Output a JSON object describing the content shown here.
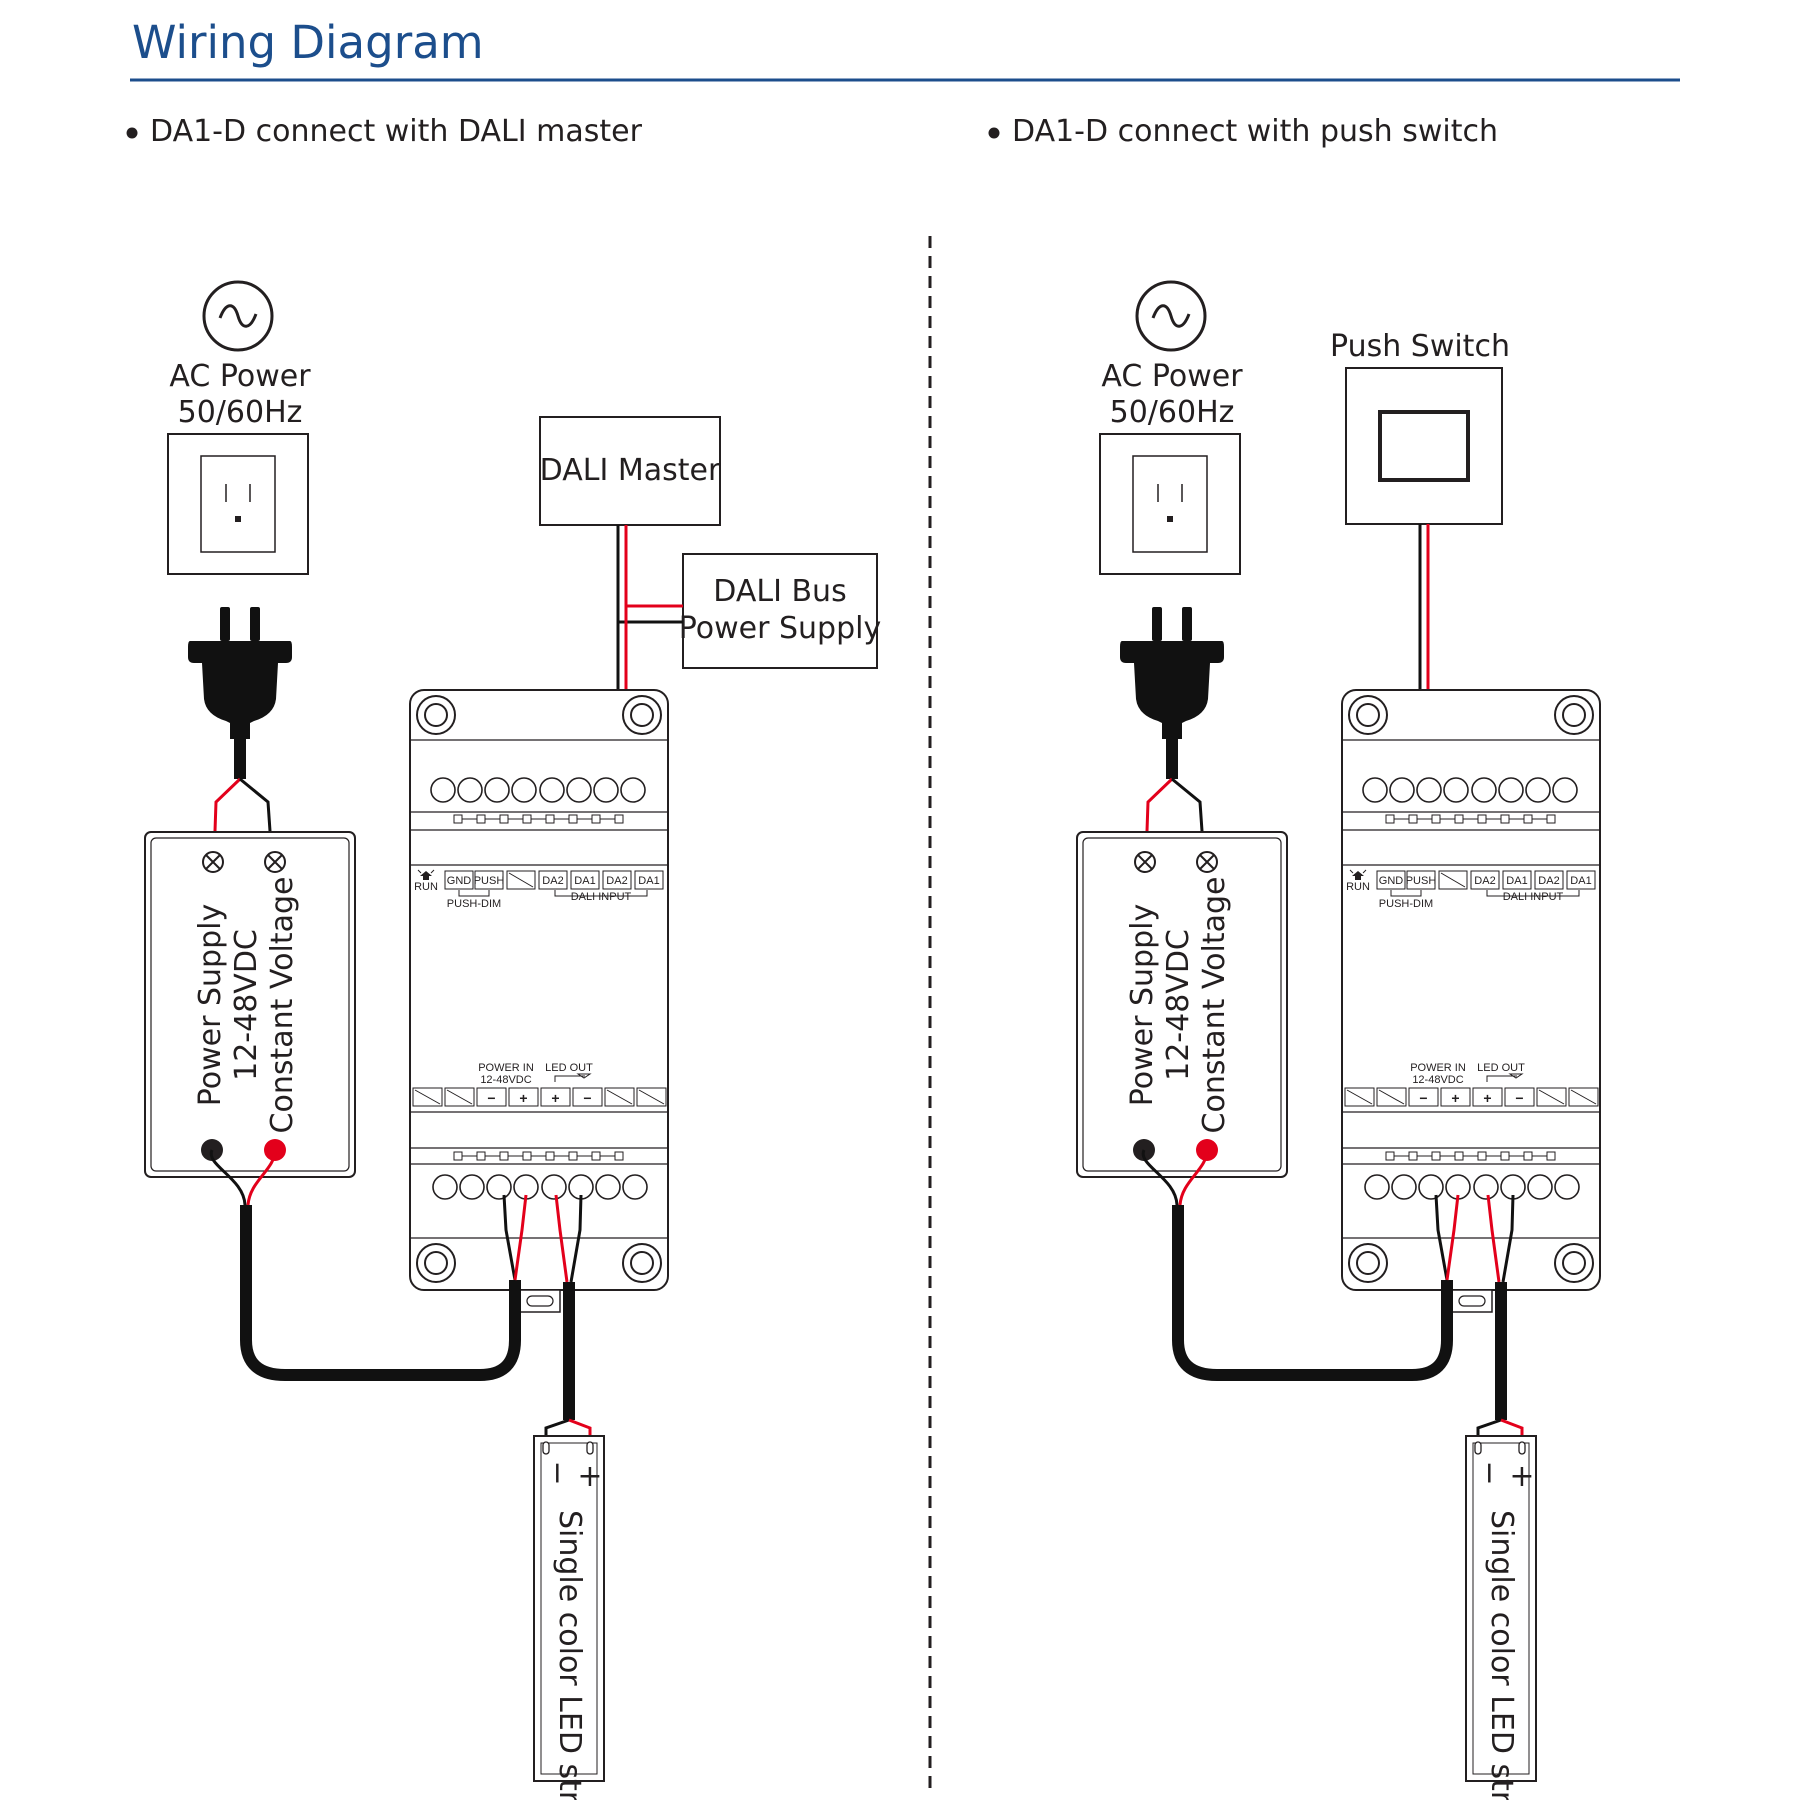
{
  "title": "Wiring Diagram",
  "colors": {
    "title": "#1c4e8c",
    "rule": "#1c4e8c",
    "wire_red": "#e3001b",
    "wire_black": "#111111",
    "line": "#231f20"
  },
  "left": {
    "heading": "DA1-D connect with DALI master",
    "ac_power": "AC Power",
    "ac_freq": "50/60Hz",
    "dali_master": "DALI Master",
    "dali_bus_line1": "DALI Bus",
    "dali_bus_line2": "Power Supply"
  },
  "right": {
    "heading": "DA1-D connect with push switch",
    "ac_power": "AC Power",
    "ac_freq": "50/60Hz",
    "push_switch": "Push Switch"
  },
  "power_supply": {
    "line1": "Power Supply",
    "line2": "12-48VDC",
    "line3": "Constant Voltage"
  },
  "controller": {
    "run": "RUN",
    "top_terminals": [
      "GND",
      "PUSH",
      "",
      "DA2",
      "DA1",
      "DA2",
      "DA1"
    ],
    "push_dim": "PUSH-DIM",
    "dali_input": "DALI INPUT",
    "power_in": "POWER IN",
    "power_in_v": "12-48VDC",
    "led_out": "LED OUT",
    "bottom_terminals": [
      "",
      "",
      "−",
      "+",
      "+",
      "−",
      "",
      ""
    ]
  },
  "led_strip": {
    "label": "Single color LED strip",
    "minus": "−",
    "plus": "+"
  }
}
